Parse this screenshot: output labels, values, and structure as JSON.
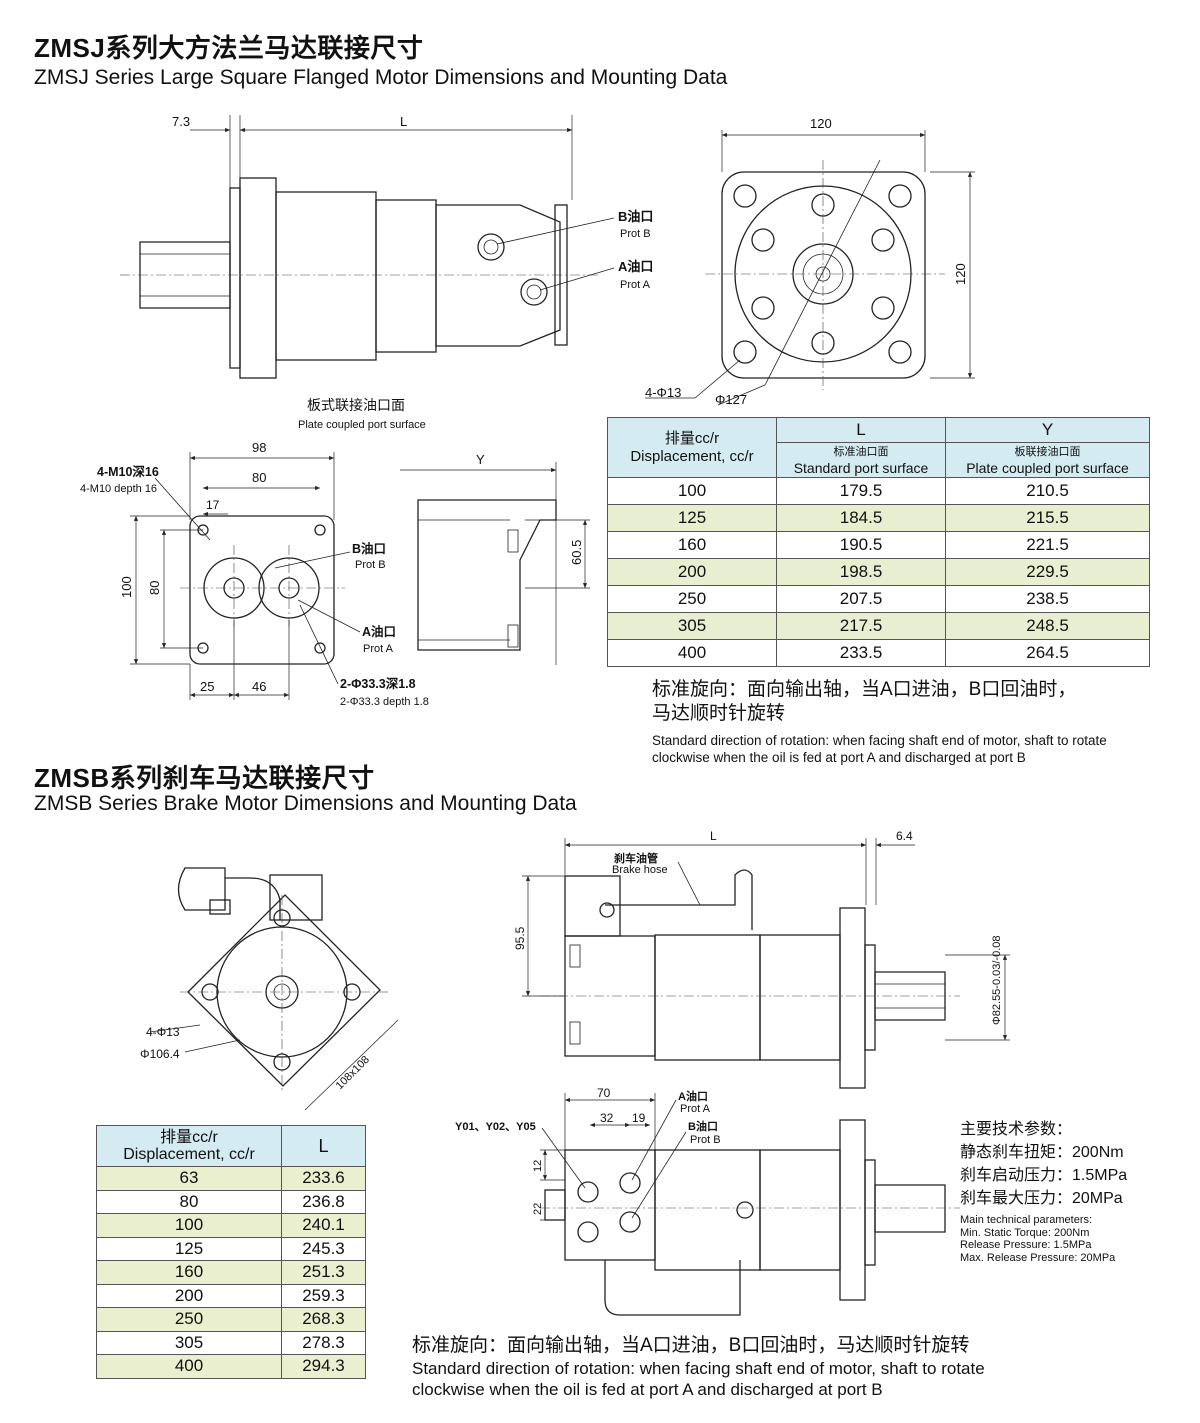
{
  "sec1": {
    "title_zh": "ZMSJ系列大方法兰马达联接尺寸",
    "title_en": "ZMSJ Series Large Square Flanged Motor Dimensions and Mounting Data",
    "side": {
      "dim_shaft": "7.3",
      "dim_L": "L",
      "port_b_zh": "B油口",
      "port_b_en": "Prot B",
      "port_a_zh": "A油口",
      "port_a_en": "Prot A"
    },
    "front": {
      "dim_w": "120",
      "dim_h": "120",
      "holes": "4-Φ13",
      "pilot": "Φ127"
    },
    "plate": {
      "caption_zh": "板式联接油口面",
      "caption_en": "Plate coupled port surface",
      "d98": "98",
      "d80h": "80",
      "d17": "17",
      "d100": "100",
      "d80v": "80",
      "d25": "25",
      "d46": "46",
      "thread_zh": "4-M10深16",
      "thread_en": "4-M10 depth 16",
      "port_b_zh": "B油口",
      "port_b_en": "Prot B",
      "port_a_zh": "A油口",
      "port_a_en": "Prot A",
      "bore_zh": "2-Φ33.3深1.8",
      "bore_en": "2-Φ33.3 depth 1.8",
      "dY": "Y",
      "d60_5": "60.5"
    },
    "table": {
      "h_disp_zh": "排量cc/r",
      "h_disp_en": "Displacement, cc/r",
      "h_L": "L",
      "h_Y": "Y",
      "h_std_zh": "标准油口面",
      "h_std_en": "Standard port surface",
      "h_plate_zh": "板联接油口面",
      "h_plate_en": "Plate coupled port surface",
      "rows": [
        [
          "100",
          "179.5",
          "210.5"
        ],
        [
          "125",
          "184.5",
          "215.5"
        ],
        [
          "160",
          "190.5",
          "221.5"
        ],
        [
          "200",
          "198.5",
          "229.5"
        ],
        [
          "250",
          "207.5",
          "238.5"
        ],
        [
          "305",
          "217.5",
          "248.5"
        ],
        [
          "400",
          "233.5",
          "264.5"
        ]
      ]
    },
    "note_zh_1": "标准旋向：面向输出轴，当A口进油，B口回油时，",
    "note_zh_2": "马达顺时针旋转",
    "note_en_1": "Standard direction of rotation: when facing shaft end of motor, shaft to rotate",
    "note_en_2": "clockwise when  the oil is fed at port A and discharged at port B"
  },
  "sec2": {
    "title_zh": "ZMSB系列刹车马达联接尺寸",
    "title_en": "ZMSB Series Brake Motor Dimensions and Mounting Data",
    "front": {
      "holes": "4-Φ13",
      "pilot": "Φ106.4",
      "square": "108x108"
    },
    "side": {
      "dim_L": "L",
      "dim_64": "6.4",
      "hose_zh": "刹车油管",
      "hose_en": "Brake hose",
      "d95_5": "95.5",
      "pilot": "Φ82.55-0.03/-0.08"
    },
    "bottom": {
      "d70": "70",
      "d32": "32",
      "d19": "19",
      "d12": "12",
      "d22": "22",
      "ports": "Y01、Y02、Y05",
      "port_a_zh": "A油口",
      "port_a_en": "Prot A",
      "port_b_zh": "B油口",
      "port_b_en": "Prot B"
    },
    "tech_zh": [
      "主要技术参数：",
      "静态刹车扭矩：200Nm",
      "刹车启动压力：1.5MPa",
      "刹车最大压力：20MPa"
    ],
    "tech_en": [
      "Main technical parameters:",
      "Min. Static Torque: 200Nm",
      "Release Pressure: 1.5MPa",
      "Max. Release Pressure: 20MPa"
    ],
    "table": {
      "h_disp_zh": "排量cc/r",
      "h_disp_en": "Displacement, cc/r",
      "h_L": "L",
      "rows": [
        [
          "63",
          "233.6"
        ],
        [
          "80",
          "236.8"
        ],
        [
          "100",
          "240.1"
        ],
        [
          "125",
          "245.3"
        ],
        [
          "160",
          "251.3"
        ],
        [
          "200",
          "259.3"
        ],
        [
          "250",
          "268.3"
        ],
        [
          "305",
          "278.3"
        ],
        [
          "400",
          "294.3"
        ]
      ]
    },
    "note_zh": "标准旋向：面向输出轴，当A口进油，B口回油时，马达顺时针旋转",
    "note_en_1": "Standard direction of rotation: when facing shaft end of motor, shaft to rotate",
    "note_en_2": "clockwise when  the oil is fed at port A and discharged at port B"
  }
}
